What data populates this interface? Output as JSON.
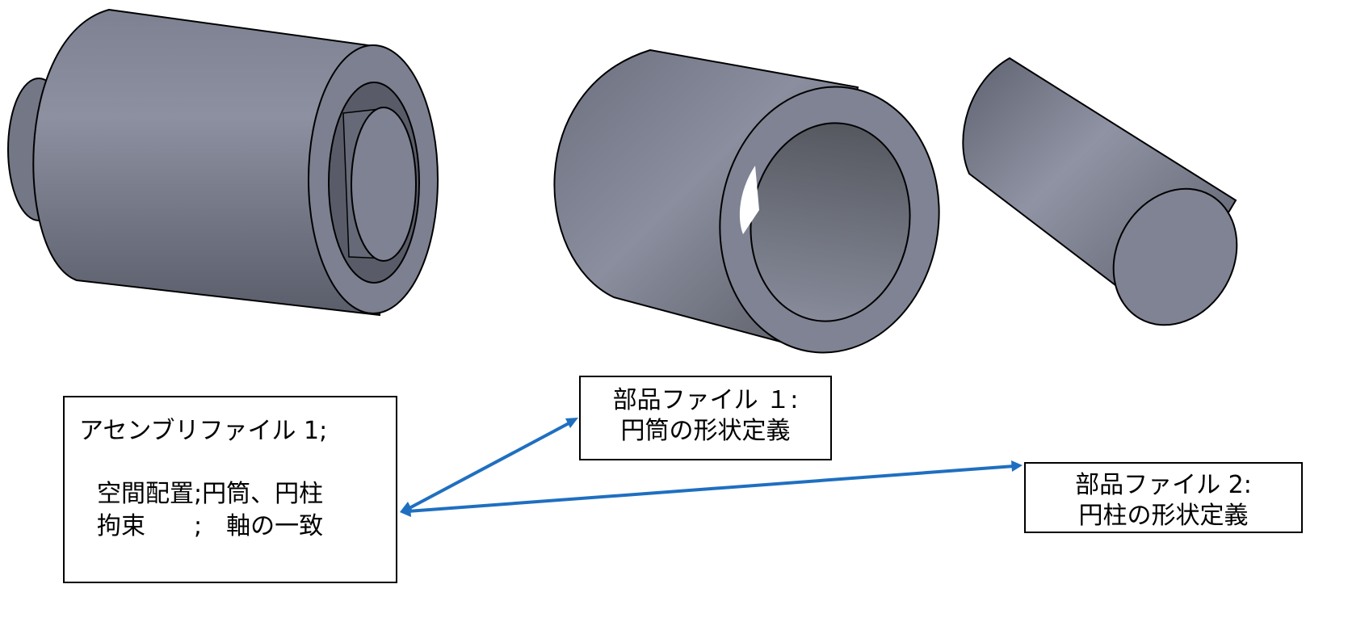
{
  "colors": {
    "body_light": "#8a8e9e",
    "body_mid": "#6a6e7d",
    "body_dark": "#4c4f5b",
    "face": "#7a7e8f",
    "outline": "#000000",
    "arrow": "#1f6fc0"
  },
  "assembly_box": {
    "line1": "アセンブリファイル 1;",
    "line2": "空間配置;円筒、円柱",
    "line3": "拘束　　;　軸の一致"
  },
  "part1_box": {
    "line1": "部品ファイル １:",
    "line2": "円筒の形状定義"
  },
  "part2_box": {
    "line1": "部品ファイル 2:",
    "line2": "円柱の形状定義"
  }
}
